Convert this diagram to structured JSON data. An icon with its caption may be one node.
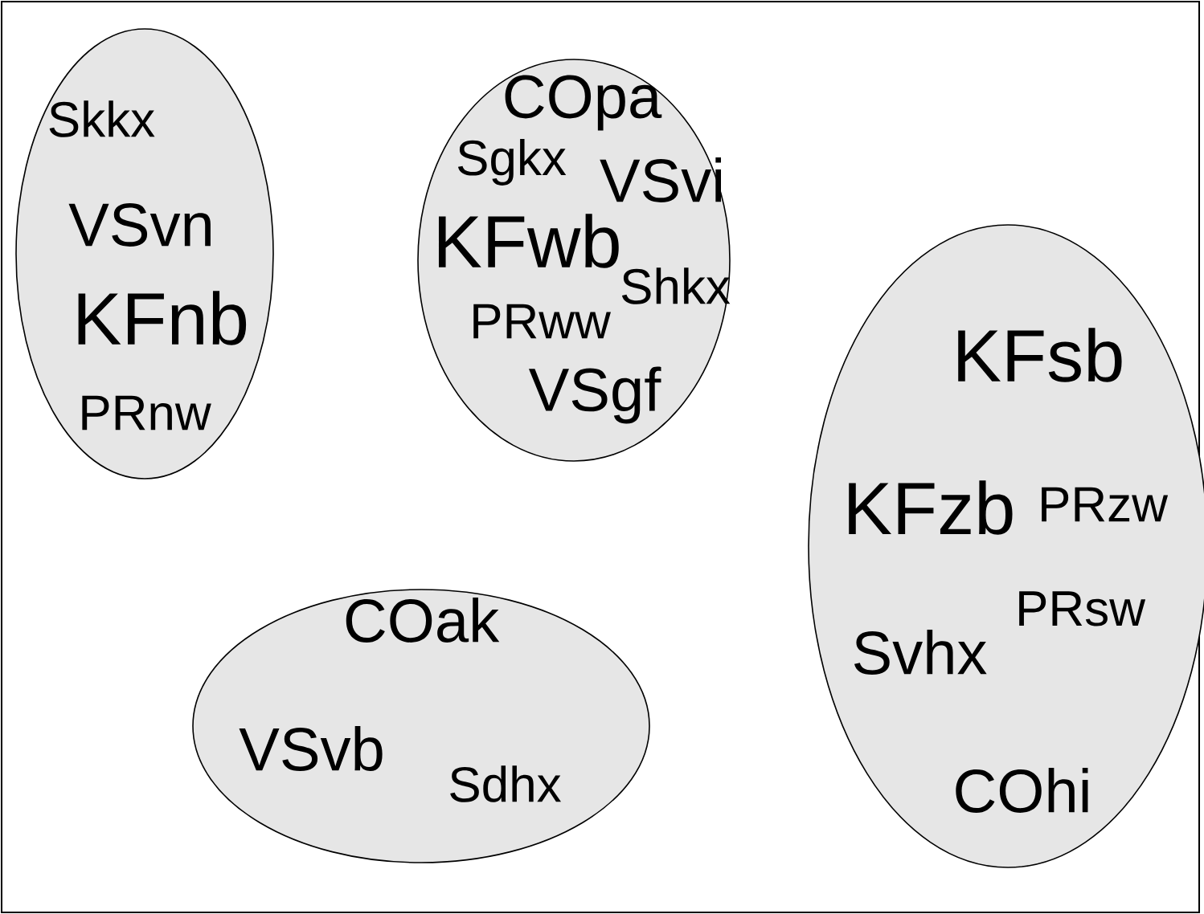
{
  "diagram": {
    "nodes": [
      {
        "text": [
          "Skkx",
          "VSvn",
          "KFnb",
          "PRnw"
        ]
      },
      {
        "text": [
          "COpa",
          "Sgkx",
          "VSvi",
          "KFwb",
          "Shkx",
          "PRww",
          "VSgf"
        ]
      },
      {
        "text": [
          "COak",
          "VSvb",
          "Sdhx"
        ]
      },
      {
        "text": [
          "KFsb",
          "KFzb",
          "PRzw",
          "PRsw",
          "Svhx",
          "COhi"
        ]
      }
    ]
  }
}
